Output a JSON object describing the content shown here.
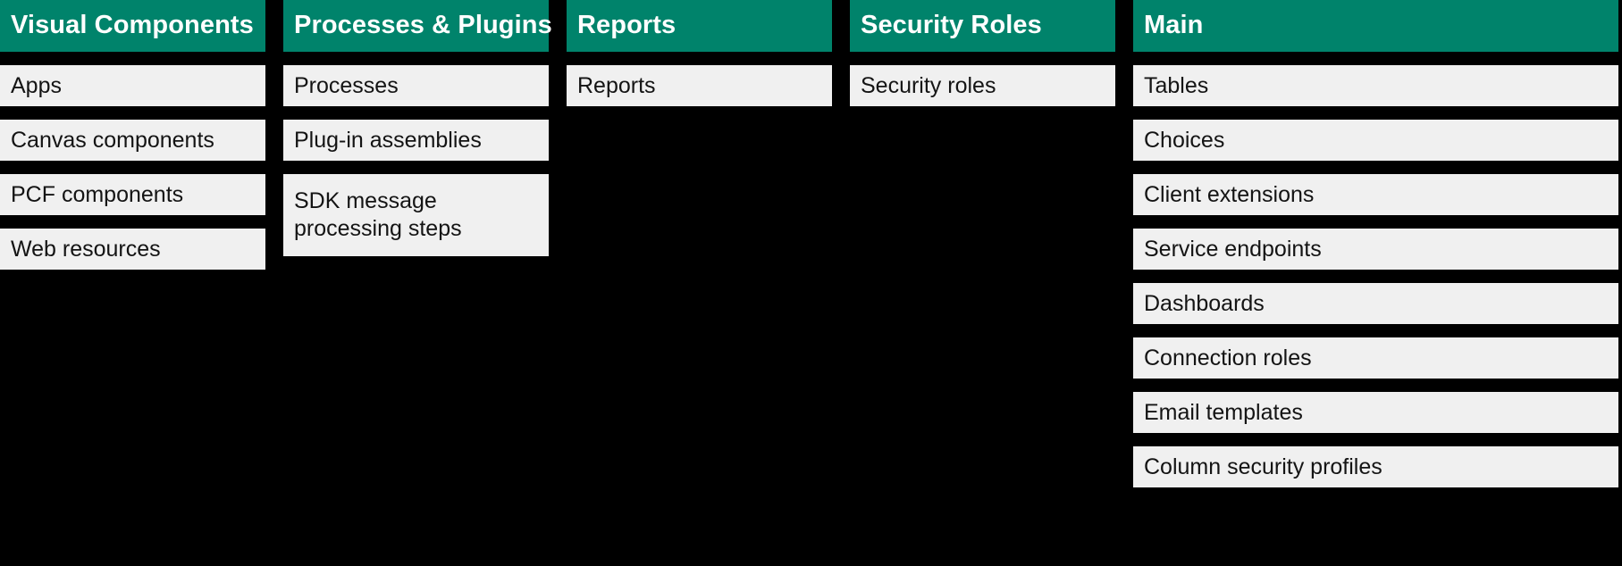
{
  "diagram": {
    "background_color": "#000000",
    "header_color": "#00836B",
    "header_text_color": "#FFFFFF",
    "item_color": "#F0F0F0",
    "item_text_color": "#141414",
    "columns": [
      {
        "id": "visual-components",
        "title": "Visual Components",
        "items": [
          {
            "label": "Apps",
            "lines": 1
          },
          {
            "label": "Canvas components",
            "lines": 1
          },
          {
            "label": "PCF components",
            "lines": 1
          },
          {
            "label": "Web resources",
            "lines": 1
          }
        ]
      },
      {
        "id": "processes-and-plugins",
        "title": "Processes & Plugins",
        "items": [
          {
            "label": "Processes",
            "lines": 1
          },
          {
            "label": "Plug-in assemblies",
            "lines": 1
          },
          {
            "label": "SDK message processing steps",
            "lines": 2
          }
        ]
      },
      {
        "id": "reports",
        "title": "Reports",
        "items": [
          {
            "label": "Reports",
            "lines": 1
          }
        ]
      },
      {
        "id": "security-roles",
        "title": "Security Roles",
        "items": [
          {
            "label": "Security roles",
            "lines": 1
          }
        ]
      },
      {
        "id": "main",
        "title": "Main",
        "items": [
          {
            "label": "Tables",
            "lines": 1
          },
          {
            "label": "Choices",
            "lines": 1
          },
          {
            "label": "Client extensions",
            "lines": 1
          },
          {
            "label": "Service endpoints",
            "lines": 1
          },
          {
            "label": "Dashboards",
            "lines": 1
          },
          {
            "label": "Connection roles",
            "lines": 1
          },
          {
            "label": "Email templates",
            "lines": 1
          },
          {
            "label": "Column security profiles",
            "lines": 1
          }
        ]
      }
    ]
  }
}
